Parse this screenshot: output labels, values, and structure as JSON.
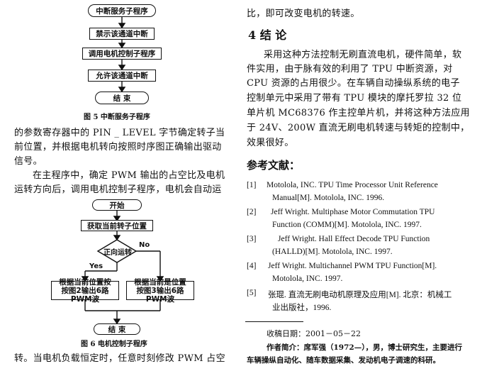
{
  "figure5": {
    "caption": "图 5   中断服务子程序",
    "boxes": [
      "中断服务子程序",
      "禁示该通道中断",
      "调用电机控制子程序",
      "允许该通道中断",
      "结   束"
    ]
  },
  "left_text": {
    "p1_line1": "的参数寄存器中的 PIN _ LEVEL 字节确定转子当",
    "p1_line2": "前位置，并根据电机转向按照时序图正确输出驱动",
    "p1_line3": "信号。",
    "p2_line1": "在主程序中，确定 PWM 输出的占空比及电机",
    "p2_line2": "运转方向后，调用电机控制子程序，电机会自动运",
    "bottom": "转。当电机负载恒定时，任意时刻修改 PWM 占空"
  },
  "figure6": {
    "caption": "图 6   电机控制子程序",
    "start": "开始",
    "get_pos": "获取当前转子位置",
    "decision": "正向运转",
    "yes": "Yes",
    "no": "No",
    "left_box_l1": "根据当前位置按",
    "left_box_l2": "按图2输出6路PWM波",
    "right_box_l1": "根据当前是位置",
    "right_box_l2": "按图3输出6路PWM波",
    "end": "结   束"
  },
  "right_text": {
    "top_line": "比，即可改变电机的转速。",
    "section_title": "4   结   论",
    "c1": "采用这种方法控制无刷直流电机，硬件简单，软",
    "c2": "件实用，由于脉有效的利用了 TPU 中断资源，对",
    "c3": "CPU 资源的占用很少。在车辆自动操纵系统的电子",
    "c4": "控制单元中采用了带有 TPU 模块的摩托罗拉 32 位",
    "c5": "单片机 MC68376 作主控单片机，并将这种方法应用",
    "c6": "于 24V、200W 直流无刷电机转速与转矩的控制中，",
    "c7": "效果很好。",
    "refs_title": "参考文献："
  },
  "references": [
    {
      "num": "[1]",
      "l1": "Motolola, INC.  TPU Time Processor Unit Reference",
      "l2": "Manual[M]. Motolola, INC. 1996."
    },
    {
      "num": "[2]",
      "l1": "Jeff Wright.  Multiphase Motor Commutation TPU",
      "l2": "Function (COMM)[M]. Motolola, INC. 1997."
    },
    {
      "num": "[3]",
      "l1": "Jeff Wright.  Hall Effect Decode TPU Function",
      "l2": "(HALLD)[M]. Motolola, INC. 1997."
    },
    {
      "num": "[4]",
      "l1": "Jeff Wright. Multichannel PWM TPU Function[M].",
      "l2": "Motolola, INC. 1997."
    },
    {
      "num": "[5]",
      "l1": "张琨. 直流无刷电动机原理及应用[M]. 北京：机械工",
      "l2": "业出版社，1996."
    }
  ],
  "footer": {
    "received": "收稿日期：2001－05－22",
    "author_l1": "作者简介：席军强（1972—），男，博士研究生，主要进行",
    "author_l2": "车辆操纵自动化、随车数据采集、发动机电子调速的科研。"
  }
}
